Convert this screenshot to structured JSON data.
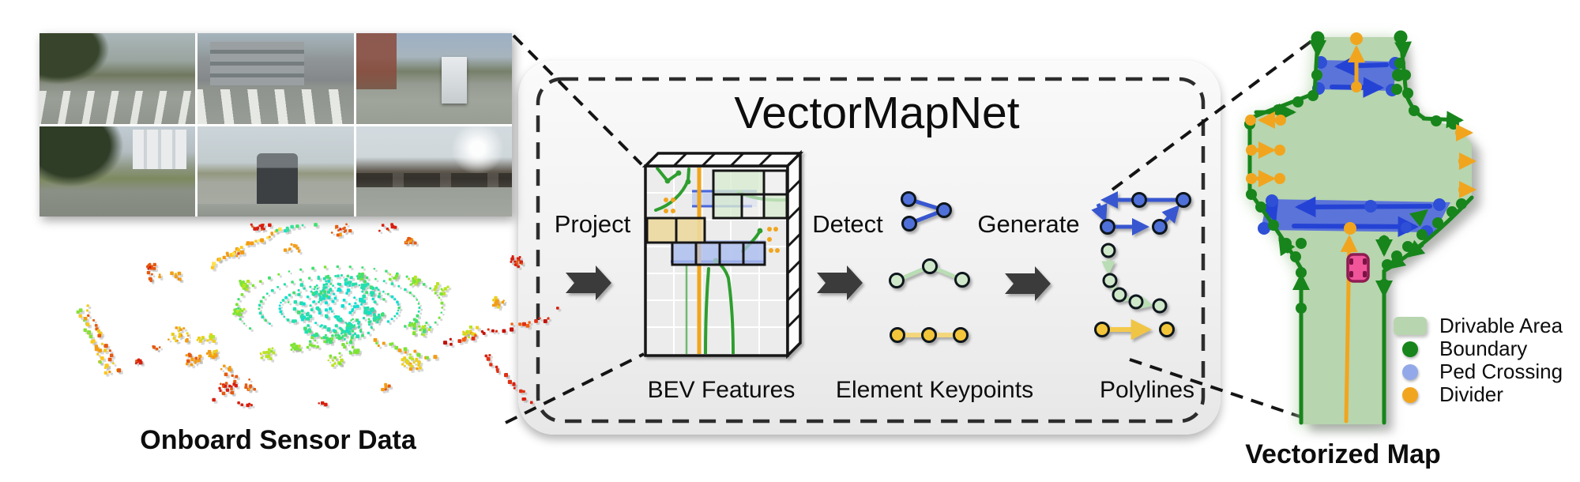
{
  "pipeline": {
    "title": "VectorMapNet",
    "project_label": "Project",
    "detect_label": "Detect",
    "generate_label": "Generate",
    "bev_label": "BEV Features",
    "keypoints_label": "Element Keypoints",
    "polylines_label": "Polylines"
  },
  "captions": {
    "left": "Onboard Sensor Data",
    "right": "Vectorized Map"
  },
  "legend": {
    "items": [
      {
        "label": "Drivable Area",
        "color": "#b7d5ae",
        "shape": "rounded-rect"
      },
      {
        "label": "Boundary",
        "color": "#17851b",
        "shape": "dot"
      },
      {
        "label": "Ped Crossing",
        "color": "#93a8e8",
        "shape": "dot"
      },
      {
        "label": "Divider",
        "color": "#f1a51f",
        "shape": "dot"
      }
    ]
  },
  "colors": {
    "drivable_area": "#b7d5ae",
    "boundary_green": "#17851b",
    "ped_crossing_blue": "#2443d4",
    "divider_orange": "#f1a51f",
    "flow_arrow_dark": "#3a3a3a",
    "ego_car_pink": "#f0559a",
    "panel_gray": "#f1f1f1"
  }
}
